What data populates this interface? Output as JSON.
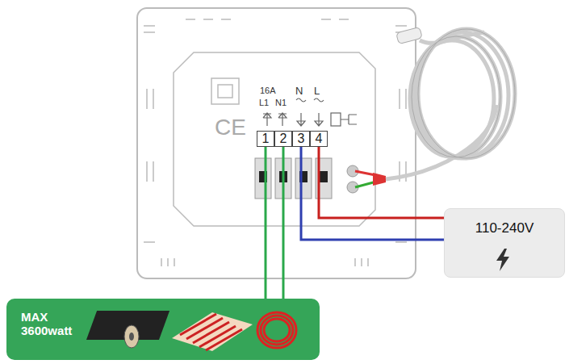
{
  "diagram": {
    "nodes": [
      {
        "text": [
          "1"
        ]
      },
      {
        "text": [
          "2"
        ]
      },
      {
        "text": [
          "3"
        ]
      },
      {
        "text": [
          "4"
        ]
      },
      {
        "text": [
          "110-240V"
        ]
      },
      {
        "text": [
          "MAX 3600watt"
        ]
      }
    ],
    "edges": [
      {
        "from": 0,
        "to": 5,
        "arrow": "none"
      },
      {
        "from": 1,
        "to": 5,
        "arrow": "none"
      },
      {
        "from": 2,
        "to": 4,
        "arrow": "none"
      },
      {
        "from": 3,
        "to": 4,
        "arrow": "none"
      }
    ],
    "labels": [
      "16A",
      "L1",
      "N1",
      "N",
      "L",
      "CE"
    ]
  }
}
